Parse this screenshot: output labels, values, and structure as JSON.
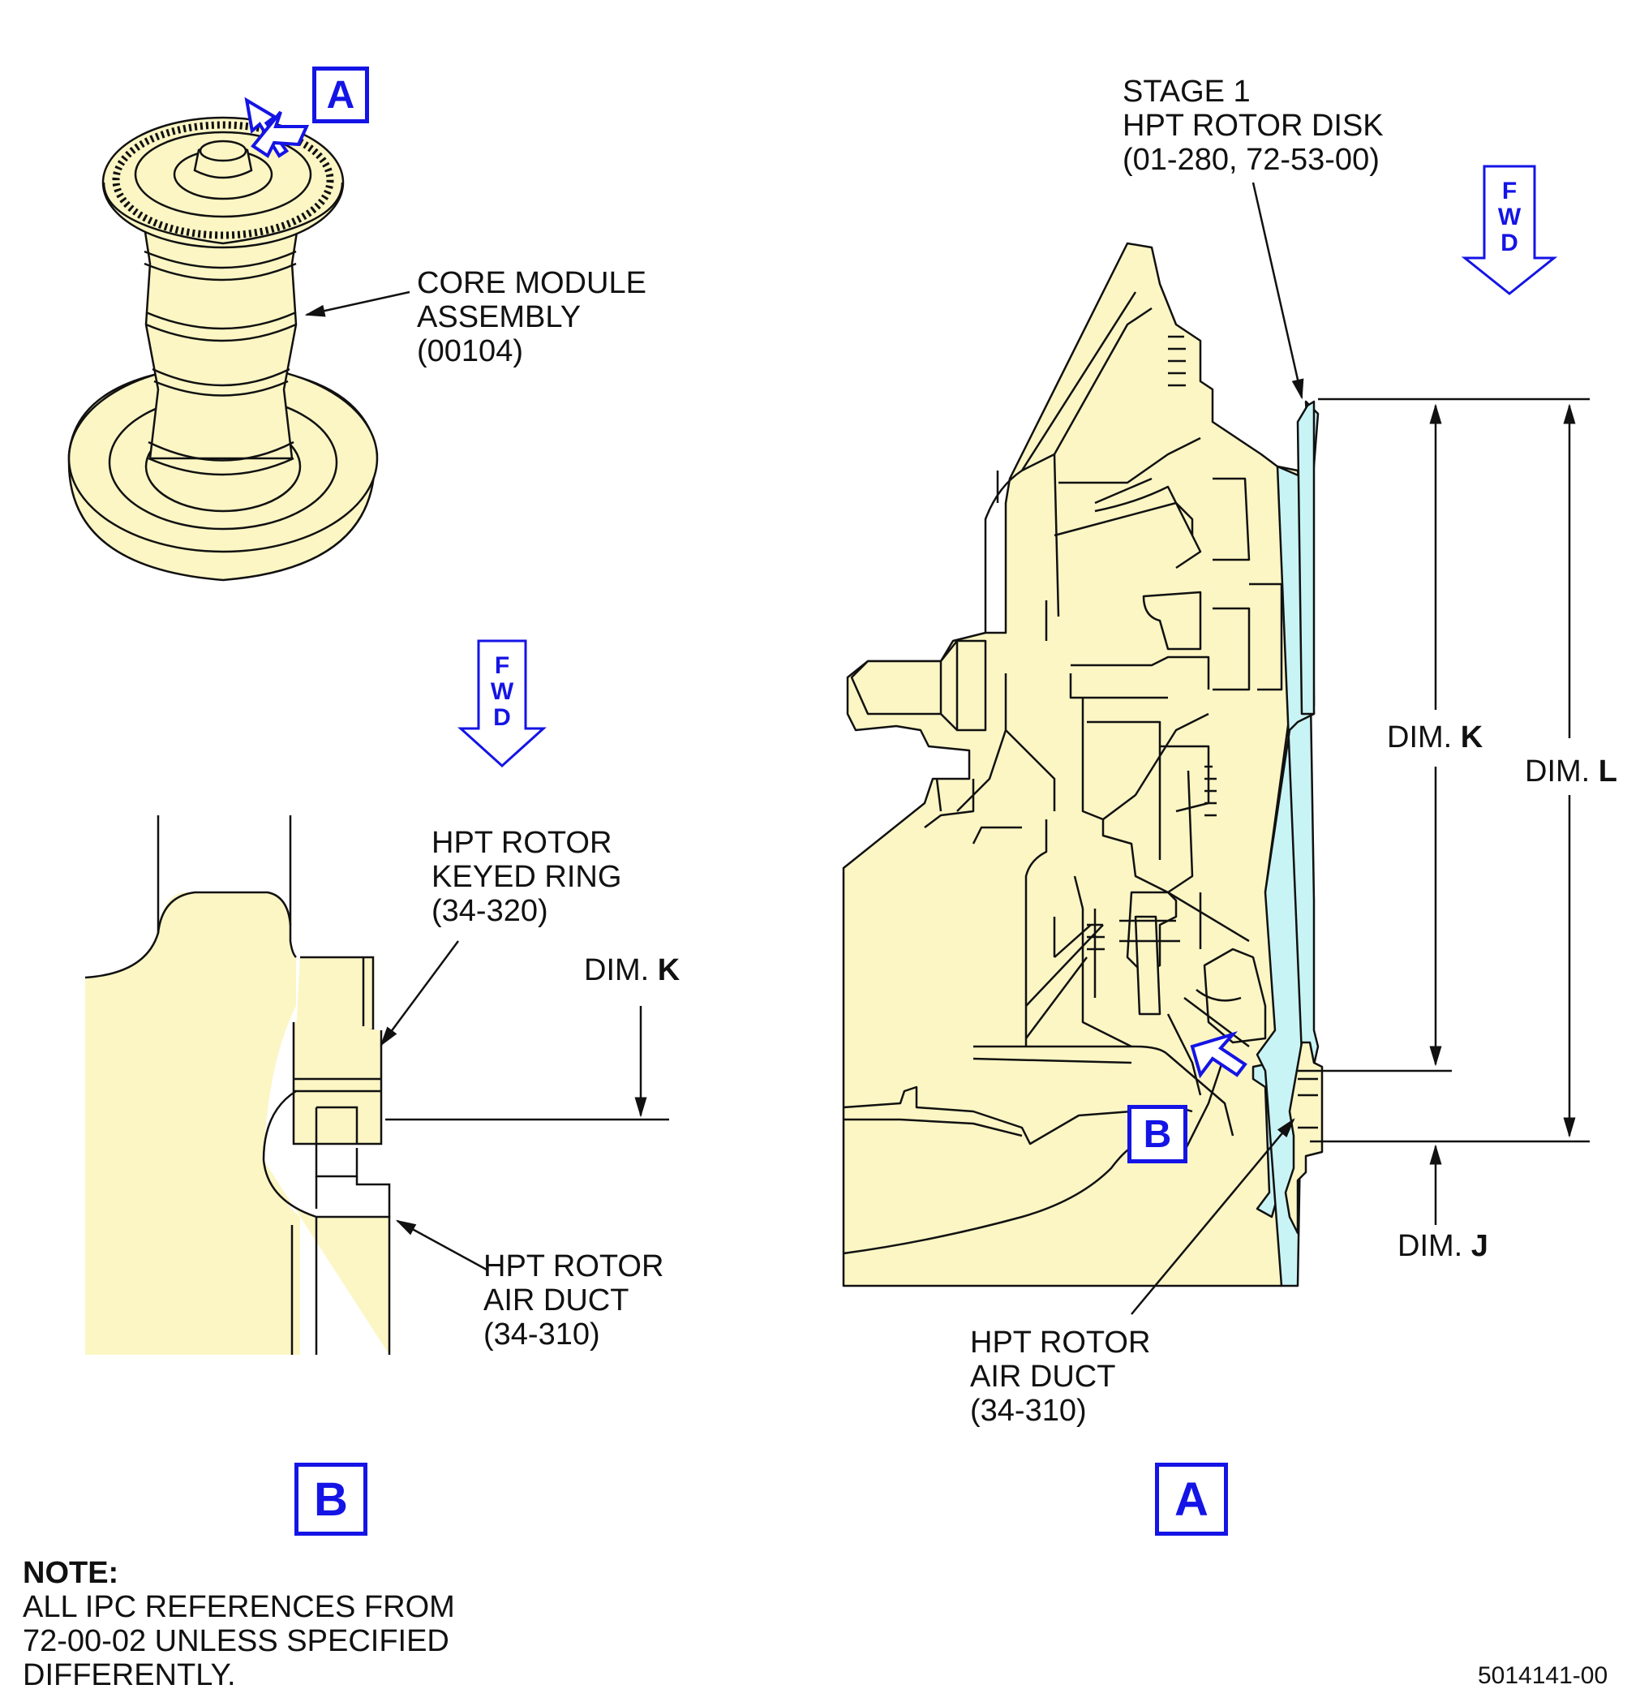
{
  "labels": {
    "core_module": [
      "CORE MODULE",
      "ASSEMBLY",
      "(00104)"
    ],
    "stage1_disk": [
      "STAGE 1",
      "HPT ROTOR DISK",
      "(01-280, 72-53-00)"
    ],
    "keyed_ring": [
      "HPT ROTOR",
      "KEYED RING",
      "(34-320)"
    ],
    "air_duct_b": [
      "HPT ROTOR",
      "AIR DUCT",
      "(34-310)"
    ],
    "air_duct_a": [
      "HPT ROTOR",
      "AIR DUCT",
      "(34-310)"
    ]
  },
  "dims": {
    "prefix": "DIM.",
    "k_letter": "K",
    "l_letter": "L",
    "j_letter": "J"
  },
  "fwd": {
    "letters": [
      "F",
      "W",
      "D"
    ]
  },
  "view_refs": {
    "a": "A",
    "b": "B"
  },
  "note": {
    "heading": "NOTE:",
    "lines": [
      "ALL IPC REFERENCES FROM",
      "72-00-02 UNLESS SPECIFIED",
      "DIFFERENTLY."
    ]
  },
  "figure_id": "5014141-00",
  "colors": {
    "part_fill": "#fbf6c4",
    "highlight_fill": "#c9f4f6",
    "ref_blue": "#1414e6",
    "line": "#111111"
  }
}
